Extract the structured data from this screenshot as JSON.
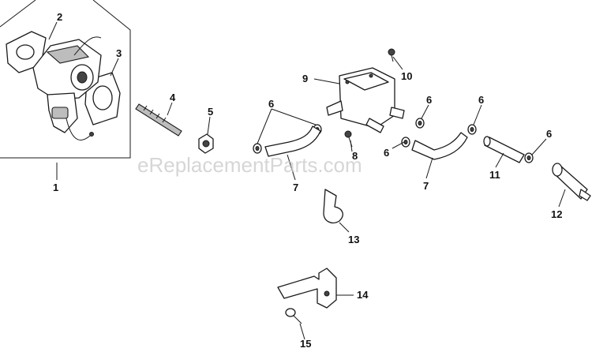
{
  "watermark": "eReplacementParts.com",
  "callouts": {
    "c1": "1",
    "c2": "2",
    "c3": "3",
    "c4": "4",
    "c5": "5",
    "c6a": "6",
    "c6b": "6",
    "c6c": "6",
    "c6d": "6",
    "c6e": "6",
    "c7a": "7",
    "c7b": "7",
    "c8": "8",
    "c9": "9",
    "c10": "10",
    "c11": "11",
    "c12": "12",
    "c13": "13",
    "c14": "14",
    "c15": "15"
  },
  "colors": {
    "line": "#1a1a1a",
    "shade": "#bdbdbd",
    "watermark": "#c8c8c8"
  }
}
